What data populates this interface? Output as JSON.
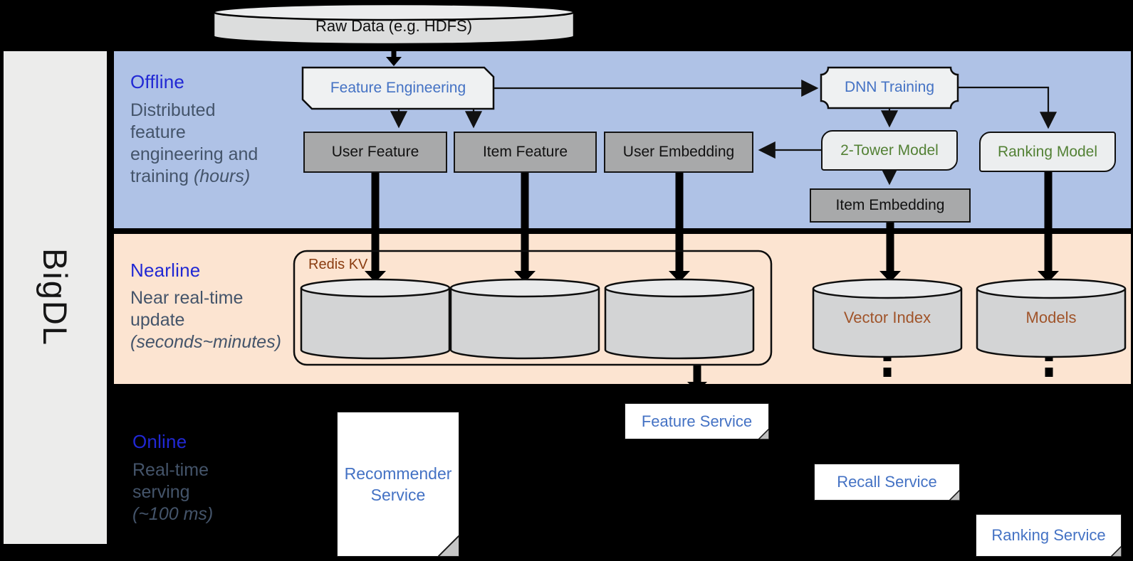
{
  "brand": "BigDL",
  "raw_data": {
    "label": "Raw Data (e.g. HDFS)"
  },
  "sections": {
    "offline": {
      "title": "Offline",
      "desc_main": "Distributed\nfeature\nengineering and\ntraining ",
      "desc_italic": "(hours)"
    },
    "nearline": {
      "title": "Nearline",
      "desc_main": "Near real-time\nupdate\n",
      "desc_italic": "(seconds~minutes)"
    },
    "online": {
      "title": "Online",
      "desc_main": "Real-time\nserving\n",
      "desc_italic": "(~100 ms)"
    }
  },
  "offline_nodes": {
    "feature_engineering": "Feature Engineering",
    "dnn_training": "DNN Training",
    "user_feature": "User Feature",
    "item_feature": "Item Feature",
    "user_embedding": "User Embedding",
    "two_tower_model": "2-Tower Model",
    "ranking_model": "Ranking Model",
    "item_embedding": "Item Embedding"
  },
  "nearline_nodes": {
    "redis_kv": "Redis KV",
    "vector_index": "Vector Index",
    "models": "Models"
  },
  "online_nodes": {
    "recommender_service": "Recommender Service",
    "feature_service": "Feature Service",
    "recall_service": "Recall Service",
    "ranking_service": "Ranking Service"
  },
  "colors": {
    "band_offline_blue": "#afc2e6",
    "band_nearline_peach": "#fce4d1",
    "section_title_blue": "#2128d4",
    "section_desc_gray": "#44546a",
    "node_text_blue": "#4472c4",
    "node_text_green": "#538135",
    "redis_label_brown": "#8a3c10",
    "db_label_brown": "#a0542a",
    "gray_node_fill": "#a8a9aa",
    "light_node_fill": "#eceeef",
    "sidebar_gray": "#ececeb"
  }
}
